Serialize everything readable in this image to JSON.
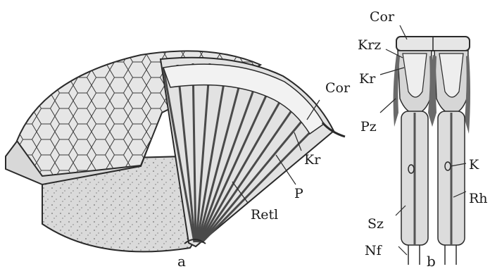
{
  "figure": {
    "panel_a": {
      "caption": "a",
      "labels": {
        "cor": "Cor",
        "kr": "Kr",
        "p": "P",
        "retl": "Retl"
      }
    },
    "panel_b": {
      "caption": "b",
      "labels": {
        "cor": "Cor",
        "krz": "Krz",
        "kr": "Kr",
        "pz": "Pz",
        "k": "K",
        "rh": "Rh",
        "sz": "Sz",
        "nf": "Nf"
      }
    }
  },
  "colors": {
    "ink": "#2a2a2a",
    "fill": "#e4e4e4",
    "dark": "#6a6a6a"
  }
}
